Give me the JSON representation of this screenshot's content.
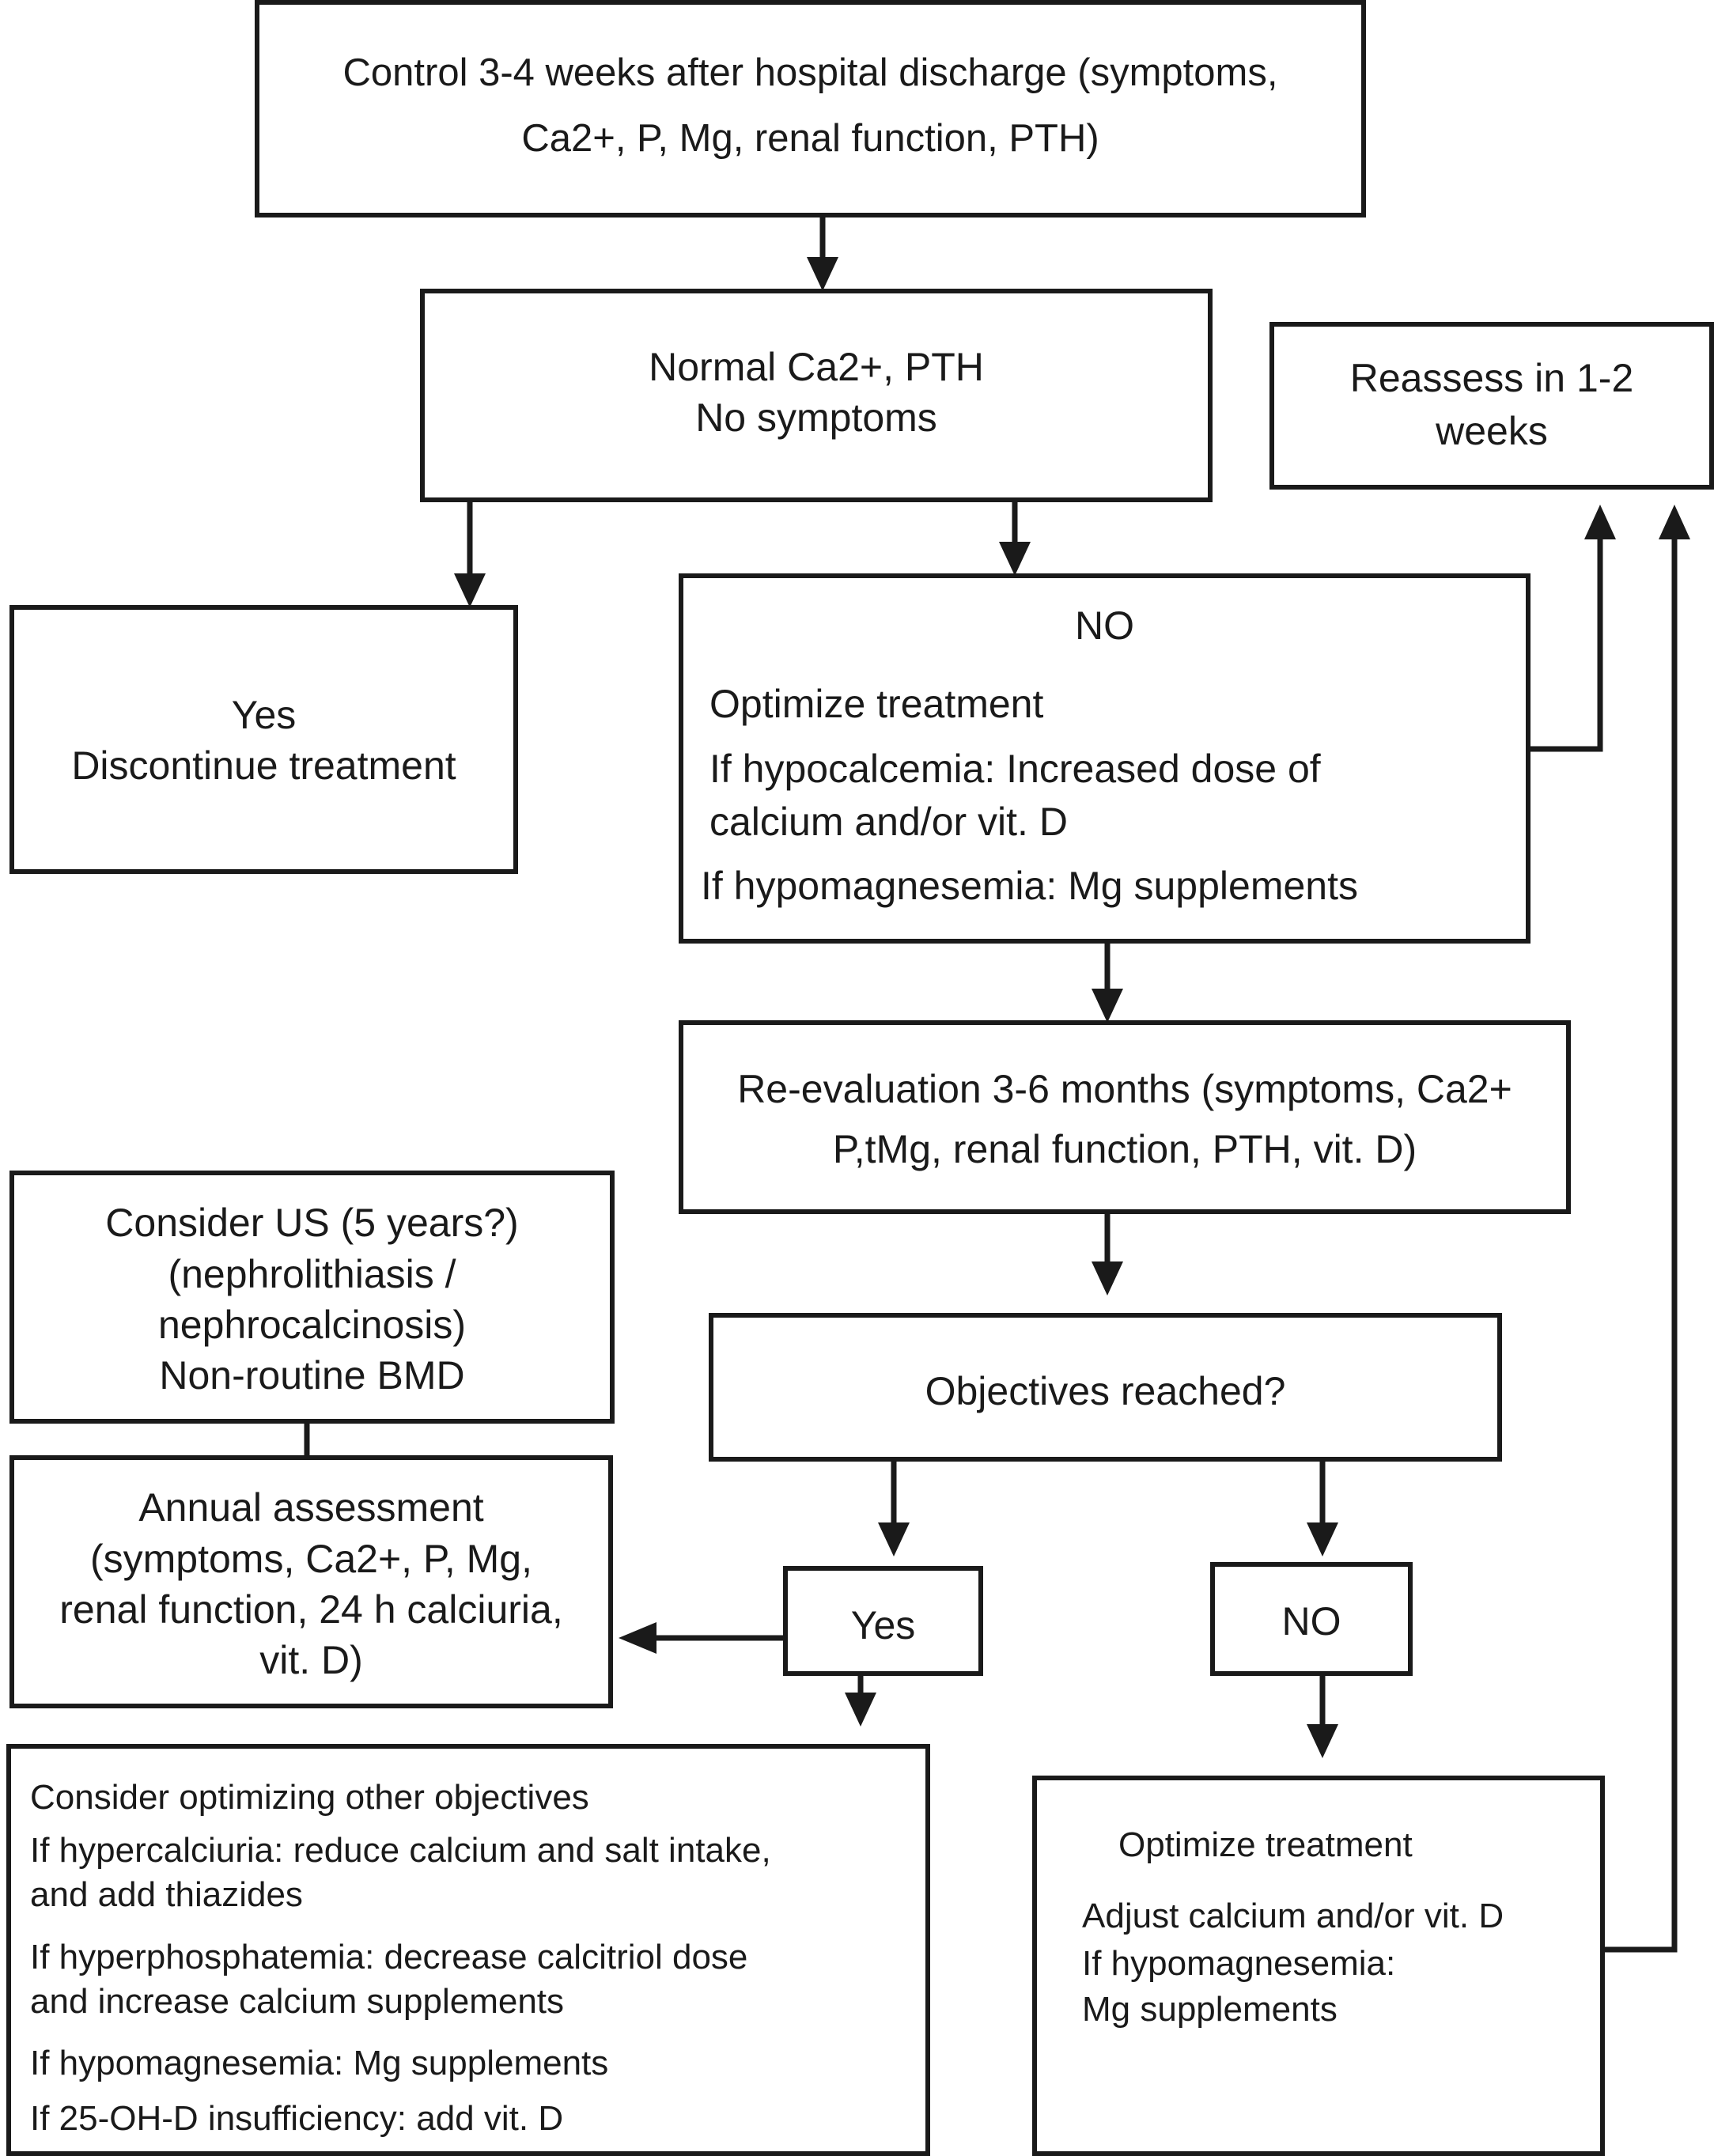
{
  "boxes": {
    "control": {
      "line1": "Control 3-4 weeks after hospital discharge (symptoms,",
      "line2": "Ca2+, P, Mg, renal function, PTH)"
    },
    "normal": {
      "line1": "Normal Ca2+, PTH",
      "line2": "No symptoms"
    },
    "reassess": {
      "line1": "Reassess in 1-2",
      "line2": "weeks"
    },
    "discontinue": {
      "line1": "Yes",
      "line2": "Discontinue treatment"
    },
    "no_optimize": {
      "title": "NO",
      "heading": "Optimize treatment",
      "hypocalcemia_1": "If hypocalcemia: Increased dose of",
      "hypocalcemia_2": "calcium and/or vit. D",
      "hypomagnesemia": "If hypomagnesemia: Mg supplements"
    },
    "reevaluation": {
      "line1": "Re-evaluation 3-6 months (symptoms, Ca2+",
      "line2": "P,tMg, renal function, PTH, vit. D)"
    },
    "consider_us": {
      "line1": "Consider US (5 years?)",
      "line2": "(nephrolithiasis /",
      "line3": "nephrocalcinosis)",
      "line4": "Non-routine BMD"
    },
    "objectives": {
      "label": "Objectives reached?"
    },
    "annual": {
      "line1": "Annual assessment",
      "line2": "(symptoms, Ca2+, P, Mg,",
      "line3": "renal function, 24 h calciuria,",
      "line4": "vit. D)"
    },
    "yes": {
      "label": "Yes"
    },
    "no": {
      "label": "NO"
    },
    "other_objectives": {
      "line1": "Consider optimizing other objectives",
      "line2": "If hypercalciuria: reduce calcium and salt intake,",
      "line3": "and add thiazides",
      "line4": "If hyperphosphatemia: decrease calcitriol dose",
      "line5": "and increase calcium supplements",
      "line6": "If hypomagnesemia: Mg supplements",
      "line7": "If 25-OH-D insufficiency: add vit. D"
    },
    "optimize2": {
      "heading": "Optimize treatment",
      "line1": "Adjust calcium and/or vit. D",
      "line2": "If hypomagnesemia:",
      "line3": "Mg supplements"
    }
  }
}
